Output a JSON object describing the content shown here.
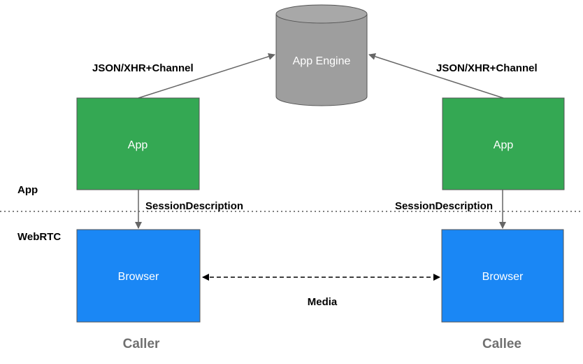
{
  "nodes": {
    "app_engine": "App Engine",
    "caller_app": "App",
    "callee_app": "App",
    "caller_browser": "Browser",
    "callee_browser": "Browser"
  },
  "edges": {
    "caller_signaling": "JSON/XHR+Channel",
    "callee_signaling": "JSON/XHR+Channel",
    "caller_session": "SessionDescription",
    "callee_session": "SessionDescription",
    "media": "Media"
  },
  "layers": {
    "app": "App",
    "webrtc": "WebRTC"
  },
  "roles": {
    "caller": "Caller",
    "callee": "Callee"
  },
  "colors": {
    "app_box": "#34a853",
    "browser_box": "#1a87f5",
    "cylinder": "#9e9e9e",
    "arrow": "#666666"
  }
}
